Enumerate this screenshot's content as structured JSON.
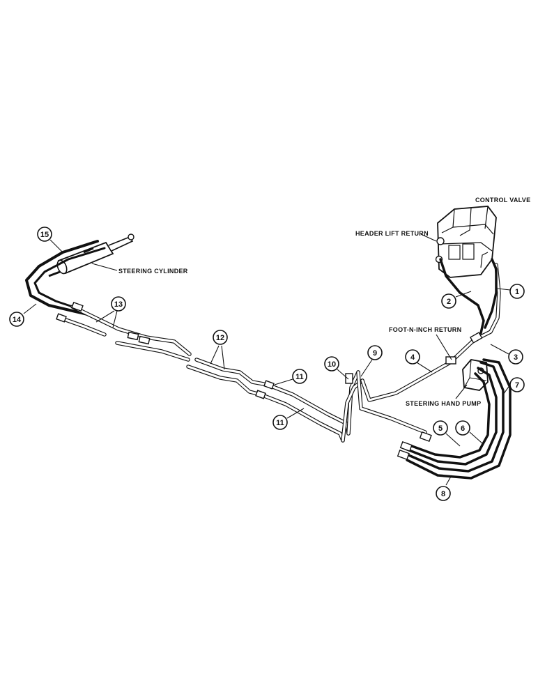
{
  "labels": {
    "control_valve": "CONTROL VALVE",
    "header_lift_return": "HEADER LIFT RETURN",
    "steering_cylinder": "STEERING CYLINDER",
    "foot_n_inch_return": "FOOT-N-INCH RETURN",
    "steering_hand_pump": "STEERING HAND PUMP"
  },
  "callouts": {
    "c1": "1",
    "c2": "2",
    "c3": "3",
    "c4": "4",
    "c5": "5",
    "c6": "6",
    "c7": "7",
    "c8": "8",
    "c9": "9",
    "c10": "10",
    "c11a": "11",
    "c11b": "11",
    "c12": "12",
    "c13": "13",
    "c14": "14",
    "c15": "15"
  }
}
